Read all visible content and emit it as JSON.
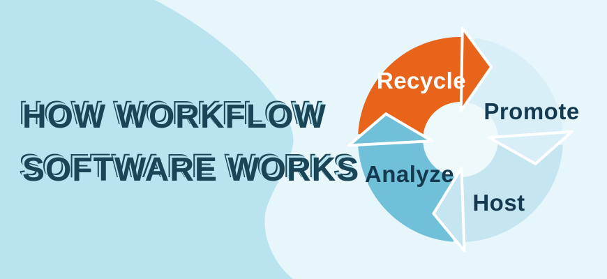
{
  "title": {
    "line1": "HOW WORKFLOW",
    "line2": "SOFTWARE WORKS"
  },
  "colors": {
    "bg_left": "#B9E3EE",
    "bg_right": "#E6F6FA",
    "hole": "#EEF9FC",
    "title": "#1A4557",
    "label": "#153A50",
    "arrow_outline": "#FFFFFF"
  },
  "diagram": {
    "type": "cycle",
    "direction": "clockwise",
    "segments": [
      {
        "id": "recycle",
        "label": "Recycle",
        "color": "#E8641A",
        "label_color": "#FFFFFF"
      },
      {
        "id": "promote",
        "label": "Promote",
        "color": "#D9EFF8",
        "label_color": "#153A50"
      },
      {
        "id": "host",
        "label": "Host",
        "color": "#C5E5F0",
        "label_color": "#153A50"
      },
      {
        "id": "analyze",
        "label": "Analyze",
        "color": "#6FC0D8",
        "label_color": "#153A50"
      }
    ]
  }
}
